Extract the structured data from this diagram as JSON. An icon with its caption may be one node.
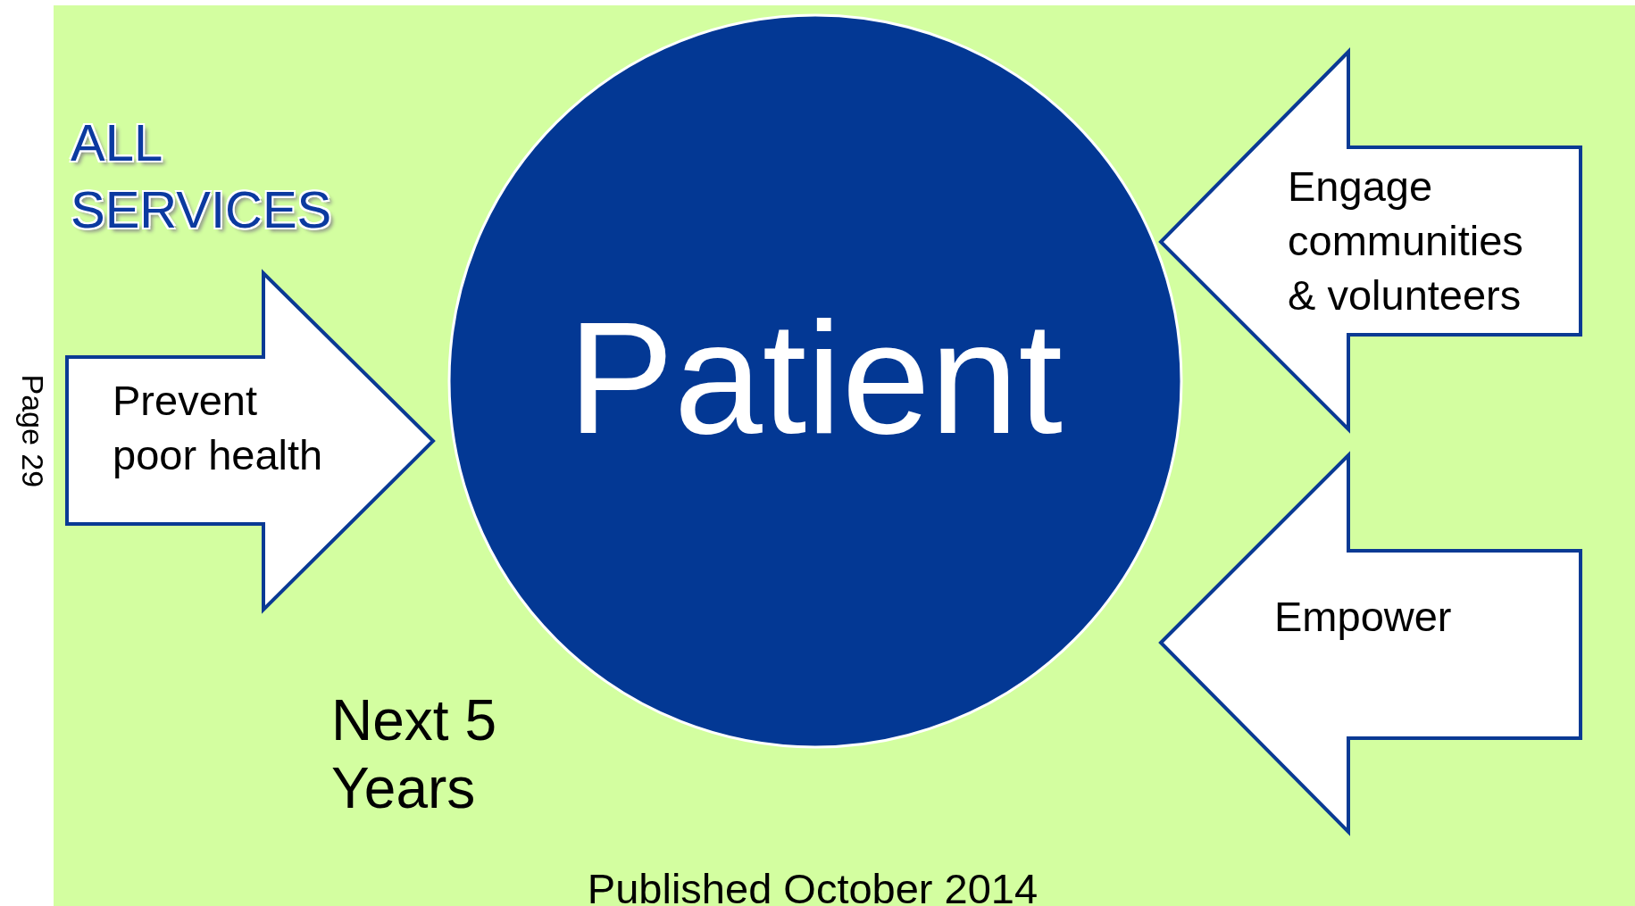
{
  "diagram": {
    "nodes": [
      {
        "text": [
          "Patient"
        ]
      },
      {
        "text": [
          "Prevent poor health"
        ]
      },
      {
        "text": [
          "Engage communities & volunteers"
        ]
      },
      {
        "text": [
          "Empower"
        ]
      }
    ],
    "labels": [
      "ALL SERVICES",
      "Page 29",
      "Next 5 Years",
      "Published October 2014"
    ]
  }
}
